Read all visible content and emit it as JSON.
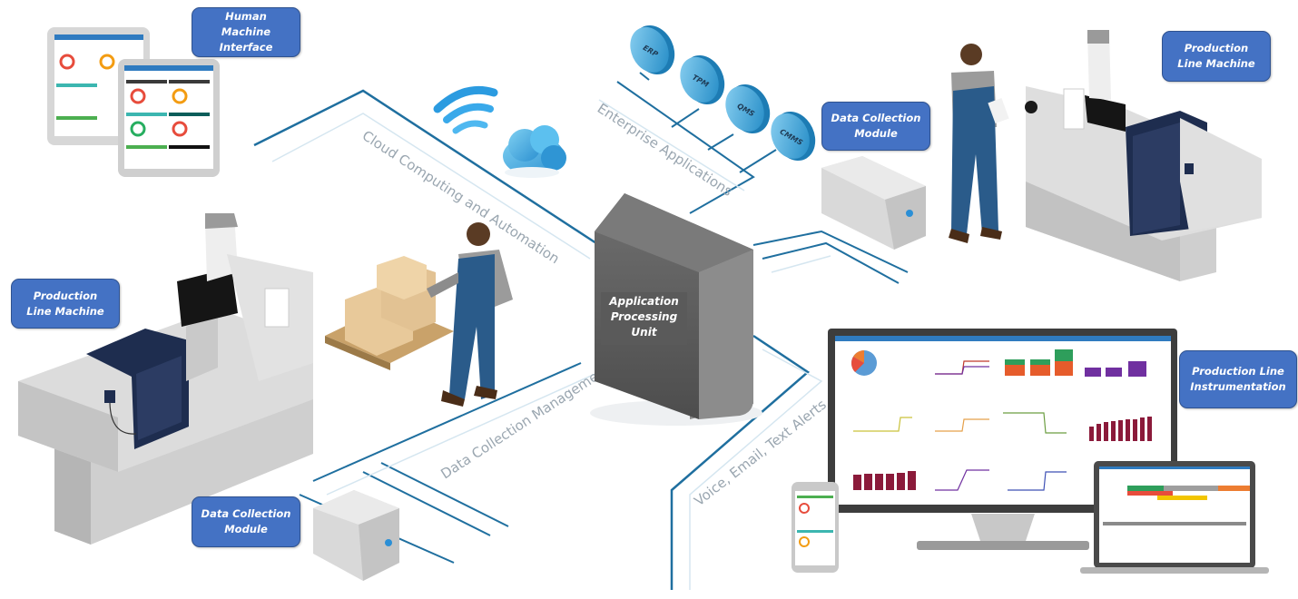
{
  "diagram": {
    "title": "Industrial IoT Production Monitoring Architecture",
    "callouts": {
      "hmi": "Human\nMachine\nInterface",
      "production_line_machine_left": "Production\nLine Machine",
      "production_line_machine_right": "Production\nLine Machine",
      "data_collection_module_top": "Data Collection\nModule",
      "data_collection_module_bottom": "Data Collection\nModule",
      "production_line_instrumentation": "Production Line\nInstrumentation"
    },
    "central_node": "Application\nProcessing\nUnit",
    "flow_labels": {
      "cloud": "Cloud Computing and Automation",
      "enterprise": "Enterprise Applications",
      "data_collection": "Data Collection Management",
      "alerts": "Voice, Email, Text Alerts"
    },
    "enterprise_apps": [
      "ERP",
      "TPM",
      "QMS",
      "CMMS"
    ],
    "icons": [
      "wifi-icon",
      "cloud-icon",
      "tablet-icon",
      "smartphone-icon",
      "monitor-icon",
      "laptop-icon",
      "server-icon",
      "worker-icon",
      "boxes-icon",
      "machine-icon",
      "sensor-module-icon"
    ]
  },
  "colors": {
    "callout_fill": "#4472c4",
    "callout_border": "#2f528f",
    "connector": "#1f6f9f",
    "connector_light": "#cfe3ef",
    "app_disc": "#3fa7d6",
    "server_body": "#666666",
    "machine_body": "#d4d4d4",
    "machine_door": "#1e2d4f"
  }
}
